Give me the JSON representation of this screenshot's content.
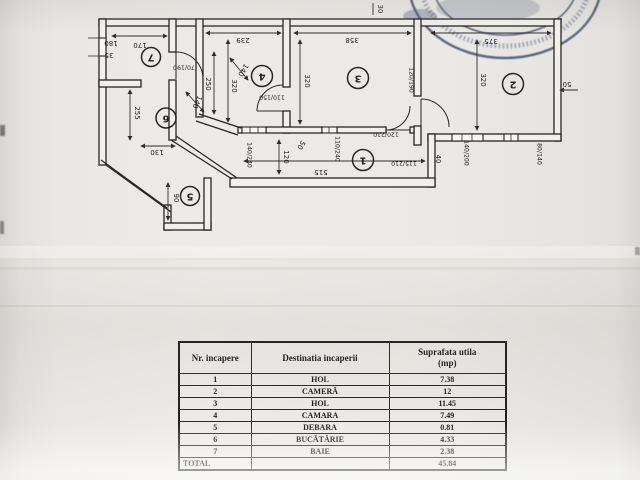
{
  "colors": {
    "ink": "#262626",
    "paper": "#e9e8e4",
    "stamp_ink": "#4a5773"
  },
  "plan": {
    "rooms": [
      "1",
      "2",
      "3",
      "4",
      "5",
      "6",
      "7"
    ],
    "labels": [
      {
        "t": "170"
      },
      {
        "t": "239"
      },
      {
        "t": "358"
      },
      {
        "t": "375"
      },
      {
        "t": "180"
      },
      {
        "t": "35"
      },
      {
        "t": "30"
      },
      {
        "t": "50"
      },
      {
        "t": "250"
      },
      {
        "t": "320"
      },
      {
        "t": "320"
      },
      {
        "t": "320"
      },
      {
        "t": "140"
      },
      {
        "t": "140"
      },
      {
        "t": "255"
      },
      {
        "t": "130"
      },
      {
        "t": "90"
      },
      {
        "t": "120"
      },
      {
        "t": "50"
      },
      {
        "t": "515"
      },
      {
        "t": "40"
      },
      {
        "t": "140/240"
      },
      {
        "t": "110/240"
      },
      {
        "t": "140/200"
      },
      {
        "t": "80/140"
      },
      {
        "t": "70/190"
      },
      {
        "t": "110/150"
      },
      {
        "t": "120/190"
      },
      {
        "t": "120/210"
      },
      {
        "t": "115/210"
      }
    ]
  },
  "table": {
    "headers": {
      "col1": "Nr. incapere",
      "col2": "Destinatia incaperii",
      "col3_line1": "Suprafata utila",
      "col3_line2": "(mp)"
    },
    "rows": [
      [
        "1",
        "HOL",
        "7.38"
      ],
      [
        "2",
        "CAMERĂ",
        "12"
      ],
      [
        "3",
        "HOL",
        "11.45"
      ],
      [
        "4",
        "CAMARA",
        "7.49"
      ],
      [
        "5",
        "DEBARA",
        "0.81"
      ],
      [
        "6",
        "BUCĂTĂRIE",
        "4.33"
      ],
      [
        "7",
        "BAIE",
        "2.38"
      ]
    ],
    "total": {
      "label": "TOTAL",
      "value": "45.84"
    }
  }
}
